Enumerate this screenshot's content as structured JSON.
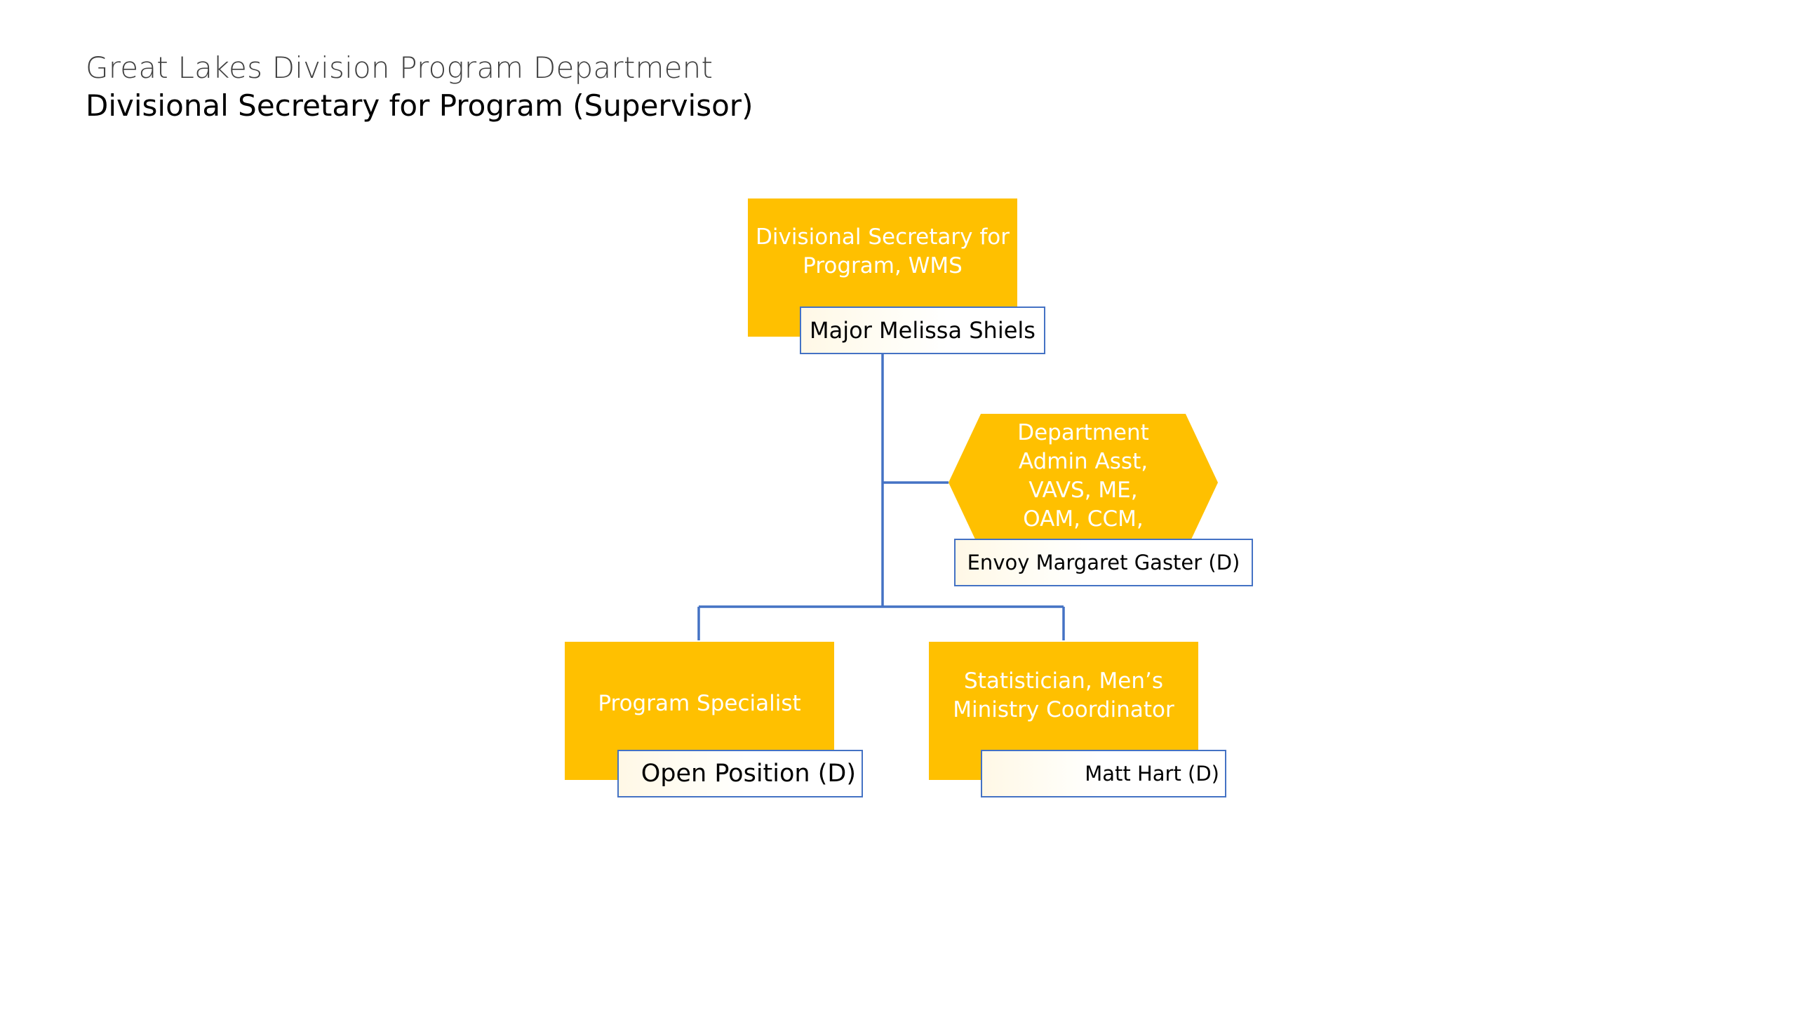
{
  "header": {
    "department": "Great Lakes Division Program Department",
    "position": "Divisional Secretary for Program (Supervisor)"
  },
  "colors": {
    "box_fill": "#FFC000",
    "box_text": "#FFFFFF",
    "connector": "#4472C4",
    "name_border": "#4472C4"
  },
  "org_chart": {
    "top": {
      "role": "Divisional Secretary for Program, WMS",
      "name": "Major Melissa Shiels"
    },
    "assistant": {
      "role": "Department Admin Asst, VAVS, ME, OAM, CCM,",
      "name": "Envoy Margaret Gaster (D)"
    },
    "reports": [
      {
        "role": "Program Specialist",
        "name": "Open Position (D)"
      },
      {
        "role": "Statistician, Men’s Ministry Coordinator",
        "name": "Matt Hart (D)"
      }
    ]
  }
}
